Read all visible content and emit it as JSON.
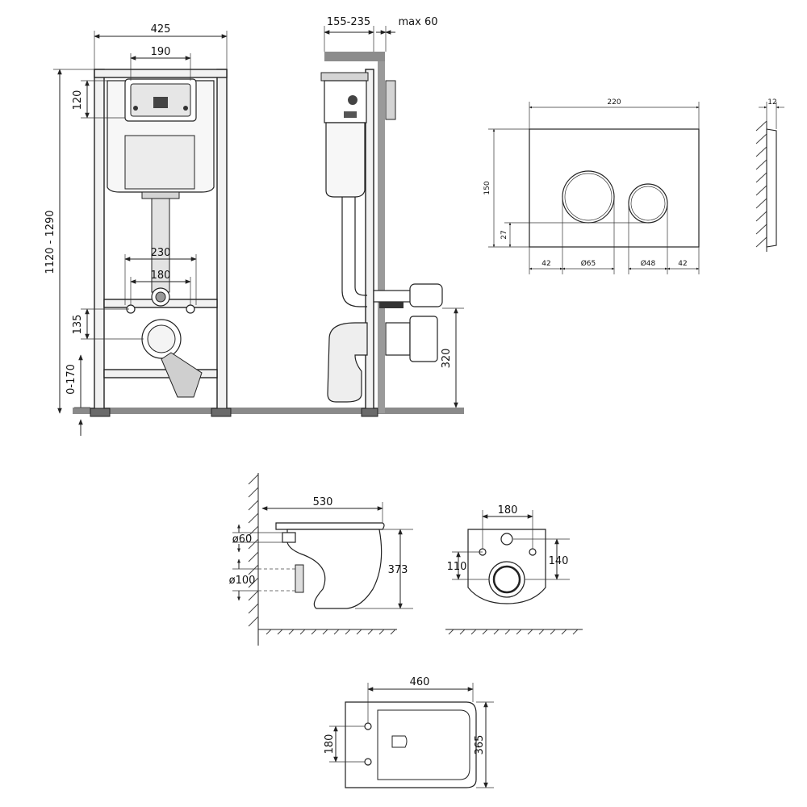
{
  "front_view": {
    "width": "425",
    "bracket_width": "190",
    "bracket_height": "120",
    "total_height": "1120 - 1290",
    "outer_bolt_spacing": "230",
    "inner_bolt_spacing": "180",
    "bolt_to_outlet": "135",
    "floor_adjust": "0-170"
  },
  "side_view": {
    "wall_depth": "155-235",
    "max_gap": "max 60",
    "outlet_height": "320"
  },
  "flush_plate": {
    "width": "220",
    "height": "150",
    "button_offset": "27",
    "margin_left": "42",
    "large_button": "Ø65",
    "small_button": "Ø48",
    "margin_right": "42",
    "thickness": "12"
  },
  "toilet_side": {
    "length": "530",
    "inlet": "ø60",
    "outlet": "ø100",
    "height": "373"
  },
  "toilet_back": {
    "bolt_spacing": "180",
    "bolt_height": "110",
    "inlet_height": "140"
  },
  "toilet_top": {
    "width": "460",
    "bolt_spacing": "180",
    "depth": "365"
  }
}
